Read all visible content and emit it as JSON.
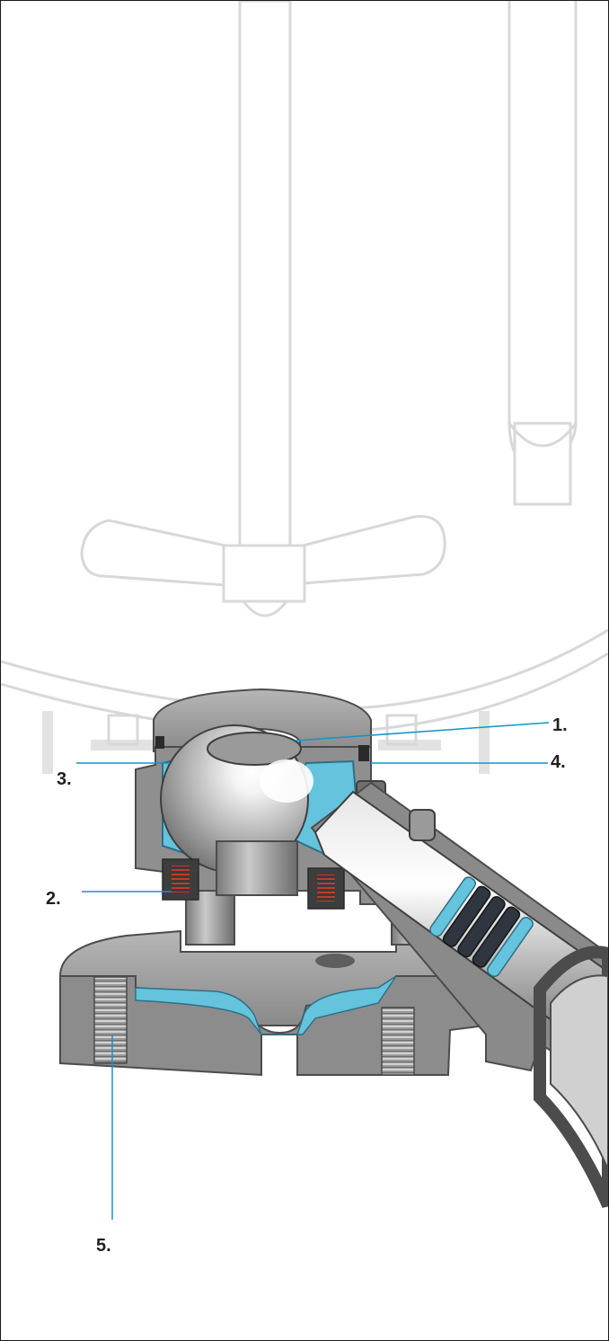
{
  "diagram": {
    "colors": {
      "outline": "#d8d8d8",
      "steel": "#8e8e8e",
      "steel_dark": "#5f5f5f",
      "steel_light": "#c4c4c4",
      "fluid": "#64c3dd",
      "callout_line": "#1593c7",
      "coil": "#c33a2a"
    },
    "callouts": [
      {
        "id": "1",
        "label": "1."
      },
      {
        "id": "2",
        "label": "2."
      },
      {
        "id": "3",
        "label": "3."
      },
      {
        "id": "4",
        "label": "4."
      },
      {
        "id": "5",
        "label": "5."
      }
    ]
  }
}
